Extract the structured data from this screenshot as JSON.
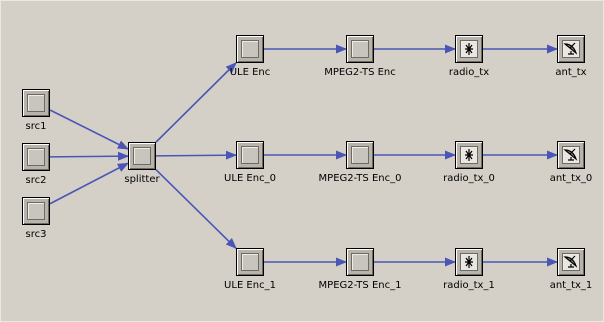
{
  "nodes": {
    "src1": {
      "label": "src1",
      "icon": "module-icon"
    },
    "src2": {
      "label": "src2",
      "icon": "module-icon"
    },
    "src3": {
      "label": "src3",
      "icon": "module-icon"
    },
    "splitter": {
      "label": "splitter",
      "icon": "module-icon"
    },
    "ule_enc": {
      "label": "ULE Enc",
      "icon": "module-icon"
    },
    "ule_enc_0": {
      "label": "ULE Enc_0",
      "icon": "module-icon"
    },
    "ule_enc_1": {
      "label": "ULE Enc_1",
      "icon": "module-icon"
    },
    "mpeg_enc": {
      "label": "MPEG2-TS Enc",
      "icon": "module-icon"
    },
    "mpeg_enc_0": {
      "label": "MPEG2-TS Enc_0",
      "icon": "module-icon"
    },
    "mpeg_enc_1": {
      "label": "MPEG2-TS Enc_1",
      "icon": "module-icon"
    },
    "radio_tx": {
      "label": "radio_tx",
      "icon": "radio-transmitter-icon"
    },
    "radio_tx_0": {
      "label": "radio_tx_0",
      "icon": "radio-transmitter-icon"
    },
    "radio_tx_1": {
      "label": "radio_tx_1",
      "icon": "radio-transmitter-icon"
    },
    "ant_tx": {
      "label": "ant_tx",
      "icon": "antenna-icon"
    },
    "ant_tx_0": {
      "label": "ant_tx_0",
      "icon": "antenna-icon"
    },
    "ant_tx_1": {
      "label": "ant_tx_1",
      "icon": "antenna-icon"
    }
  },
  "links": [
    [
      "src1",
      "splitter"
    ],
    [
      "src2",
      "splitter"
    ],
    [
      "src3",
      "splitter"
    ],
    [
      "splitter",
      "ule_enc"
    ],
    [
      "splitter",
      "ule_enc_0"
    ],
    [
      "splitter",
      "ule_enc_1"
    ],
    [
      "ule_enc",
      "mpeg_enc"
    ],
    [
      "ule_enc_0",
      "mpeg_enc_0"
    ],
    [
      "ule_enc_1",
      "mpeg_enc_1"
    ],
    [
      "mpeg_enc",
      "radio_tx"
    ],
    [
      "mpeg_enc_0",
      "radio_tx_0"
    ],
    [
      "mpeg_enc_1",
      "radio_tx_1"
    ],
    [
      "radio_tx",
      "ant_tx"
    ],
    [
      "radio_tx_0",
      "ant_tx_0"
    ],
    [
      "radio_tx_1",
      "ant_tx_1"
    ]
  ],
  "colors": {
    "link": "#4a55b5",
    "background": "#d4d0c8"
  }
}
